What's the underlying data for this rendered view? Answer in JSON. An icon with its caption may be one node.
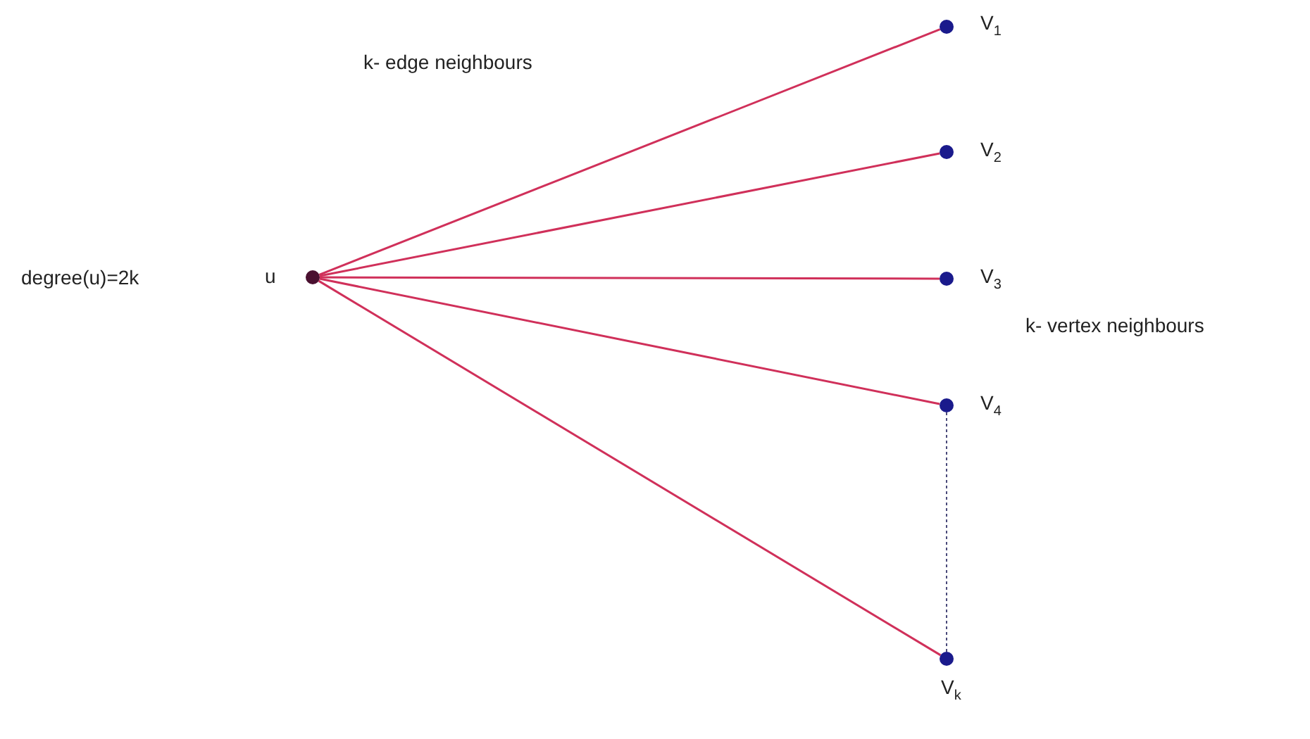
{
  "diagram": {
    "nodes": [
      {
        "text": [],
        "shape": "circle",
        "beside": [
          "u"
        ]
      },
      {
        "text": [],
        "shape": "circle",
        "beside": [
          "V$_{1}$"
        ]
      },
      {
        "text": [],
        "shape": "circle",
        "beside": [
          "V$_{2}$"
        ]
      },
      {
        "text": [],
        "shape": "circle",
        "beside": [
          "V$_{3}$"
        ]
      },
      {
        "text": [],
        "shape": "circle",
        "beside": [
          "V$_{4}$"
        ]
      },
      {
        "text": [],
        "shape": "circle",
        "beside": [
          "V$_{k}$"
        ]
      }
    ],
    "edges": [
      {
        "from": 0,
        "to": 1,
        "arrow": "none"
      },
      {
        "from": 0,
        "to": 2,
        "arrow": "none"
      },
      {
        "from": 0,
        "to": 3,
        "arrow": "none"
      },
      {
        "from": 0,
        "to": 4,
        "arrow": "none"
      },
      {
        "from": 0,
        "to": 5,
        "arrow": "none"
      },
      {
        "from": 4,
        "to": 5,
        "arrow": "none",
        "style": "dashed",
        "color": "#4a4a7a"
      }
    ],
    "labels": [
      "k- edge neighbours",
      "degree(u)=2k",
      "k- vertex neighbours"
    ]
  }
}
